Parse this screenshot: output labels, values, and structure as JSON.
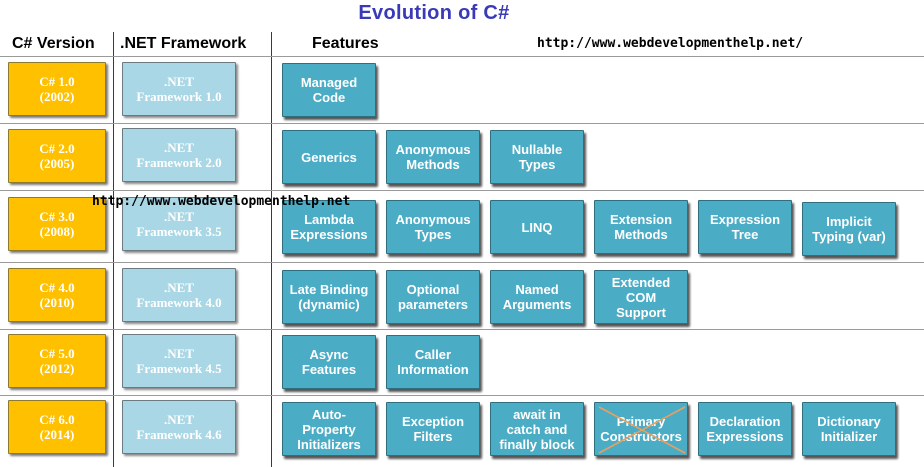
{
  "title": "Evolution of C#",
  "headers": {
    "version": "C# Version",
    "framework": ".NET Framework",
    "features": "Features"
  },
  "watermarks": [
    "http://www.webdevelopmenthelp.net/",
    "http://www.webdevelopmenthelp.net"
  ],
  "rows": [
    {
      "version": "C# 1.0\n(2002)",
      "framework": ".NET\nFramework 1.0",
      "features": [
        "Managed\nCode"
      ]
    },
    {
      "version": "C# 2.0\n(2005)",
      "framework": ".NET\nFramework 2.0",
      "features": [
        "Generics",
        "Anonymous\nMethods",
        "Nullable\nTypes"
      ]
    },
    {
      "version": "C# 3.0\n(2008)",
      "framework": ".NET\nFramework 3.5",
      "features": [
        "Lambda\nExpressions",
        "Anonymous\nTypes",
        "LINQ",
        "Extension\nMethods",
        "Expression\nTree",
        "Implicit\nTyping (var)"
      ]
    },
    {
      "version": "C# 4.0\n(2010)",
      "framework": ".NET\nFramework 4.0",
      "features": [
        "Late Binding\n(dynamic)",
        "Optional\nparameters",
        "Named\nArguments",
        "Extended\nCOM\nSupport"
      ]
    },
    {
      "version": "C# 5.0\n(2012)",
      "framework": ".NET\nFramework 4.5",
      "features": [
        "Async\nFeatures",
        "Caller\nInformation"
      ]
    },
    {
      "version": "C# 6.0\n(2014)",
      "framework": ".NET\nFramework 4.6",
      "features": [
        "Auto-\nProperty\nInitializers",
        "Exception\nFilters",
        "await in\ncatch and\nfinally block",
        "Primary\nConstructors",
        "Declaration\nExpressions",
        "Dictionary\nInitializer"
      ],
      "struck_feature": "Primary\nConstructors"
    }
  ],
  "colors": {
    "title": "#3a3ab8",
    "version_box": "#ffc000",
    "framework_box": "#a9d7e6",
    "feature_box": "#4bacc6",
    "strike_cross": "#e8a060"
  }
}
